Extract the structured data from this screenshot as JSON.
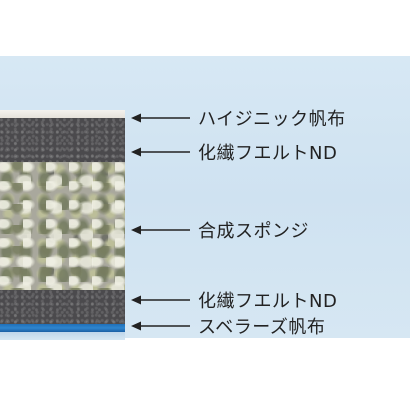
{
  "colors": {
    "background_band": "#d2e4f2",
    "label_text": "#222222",
    "arrow": "#222222",
    "blue_canvas": "#2a7cc6",
    "felt": "#4b4a4d",
    "sponge": "#a9a89d"
  },
  "callouts": [
    {
      "label": "ハイジニック帆布",
      "icon": "left-arrow-icon"
    },
    {
      "label": "化繊フエルトND",
      "icon": "left-arrow-icon"
    },
    {
      "label": "合成スポンジ",
      "icon": "left-arrow-icon"
    },
    {
      "label": "化繊フエルトND",
      "icon": "left-arrow-icon"
    },
    {
      "label": "スベラーズ帆布",
      "icon": "left-arrow-icon"
    }
  ]
}
